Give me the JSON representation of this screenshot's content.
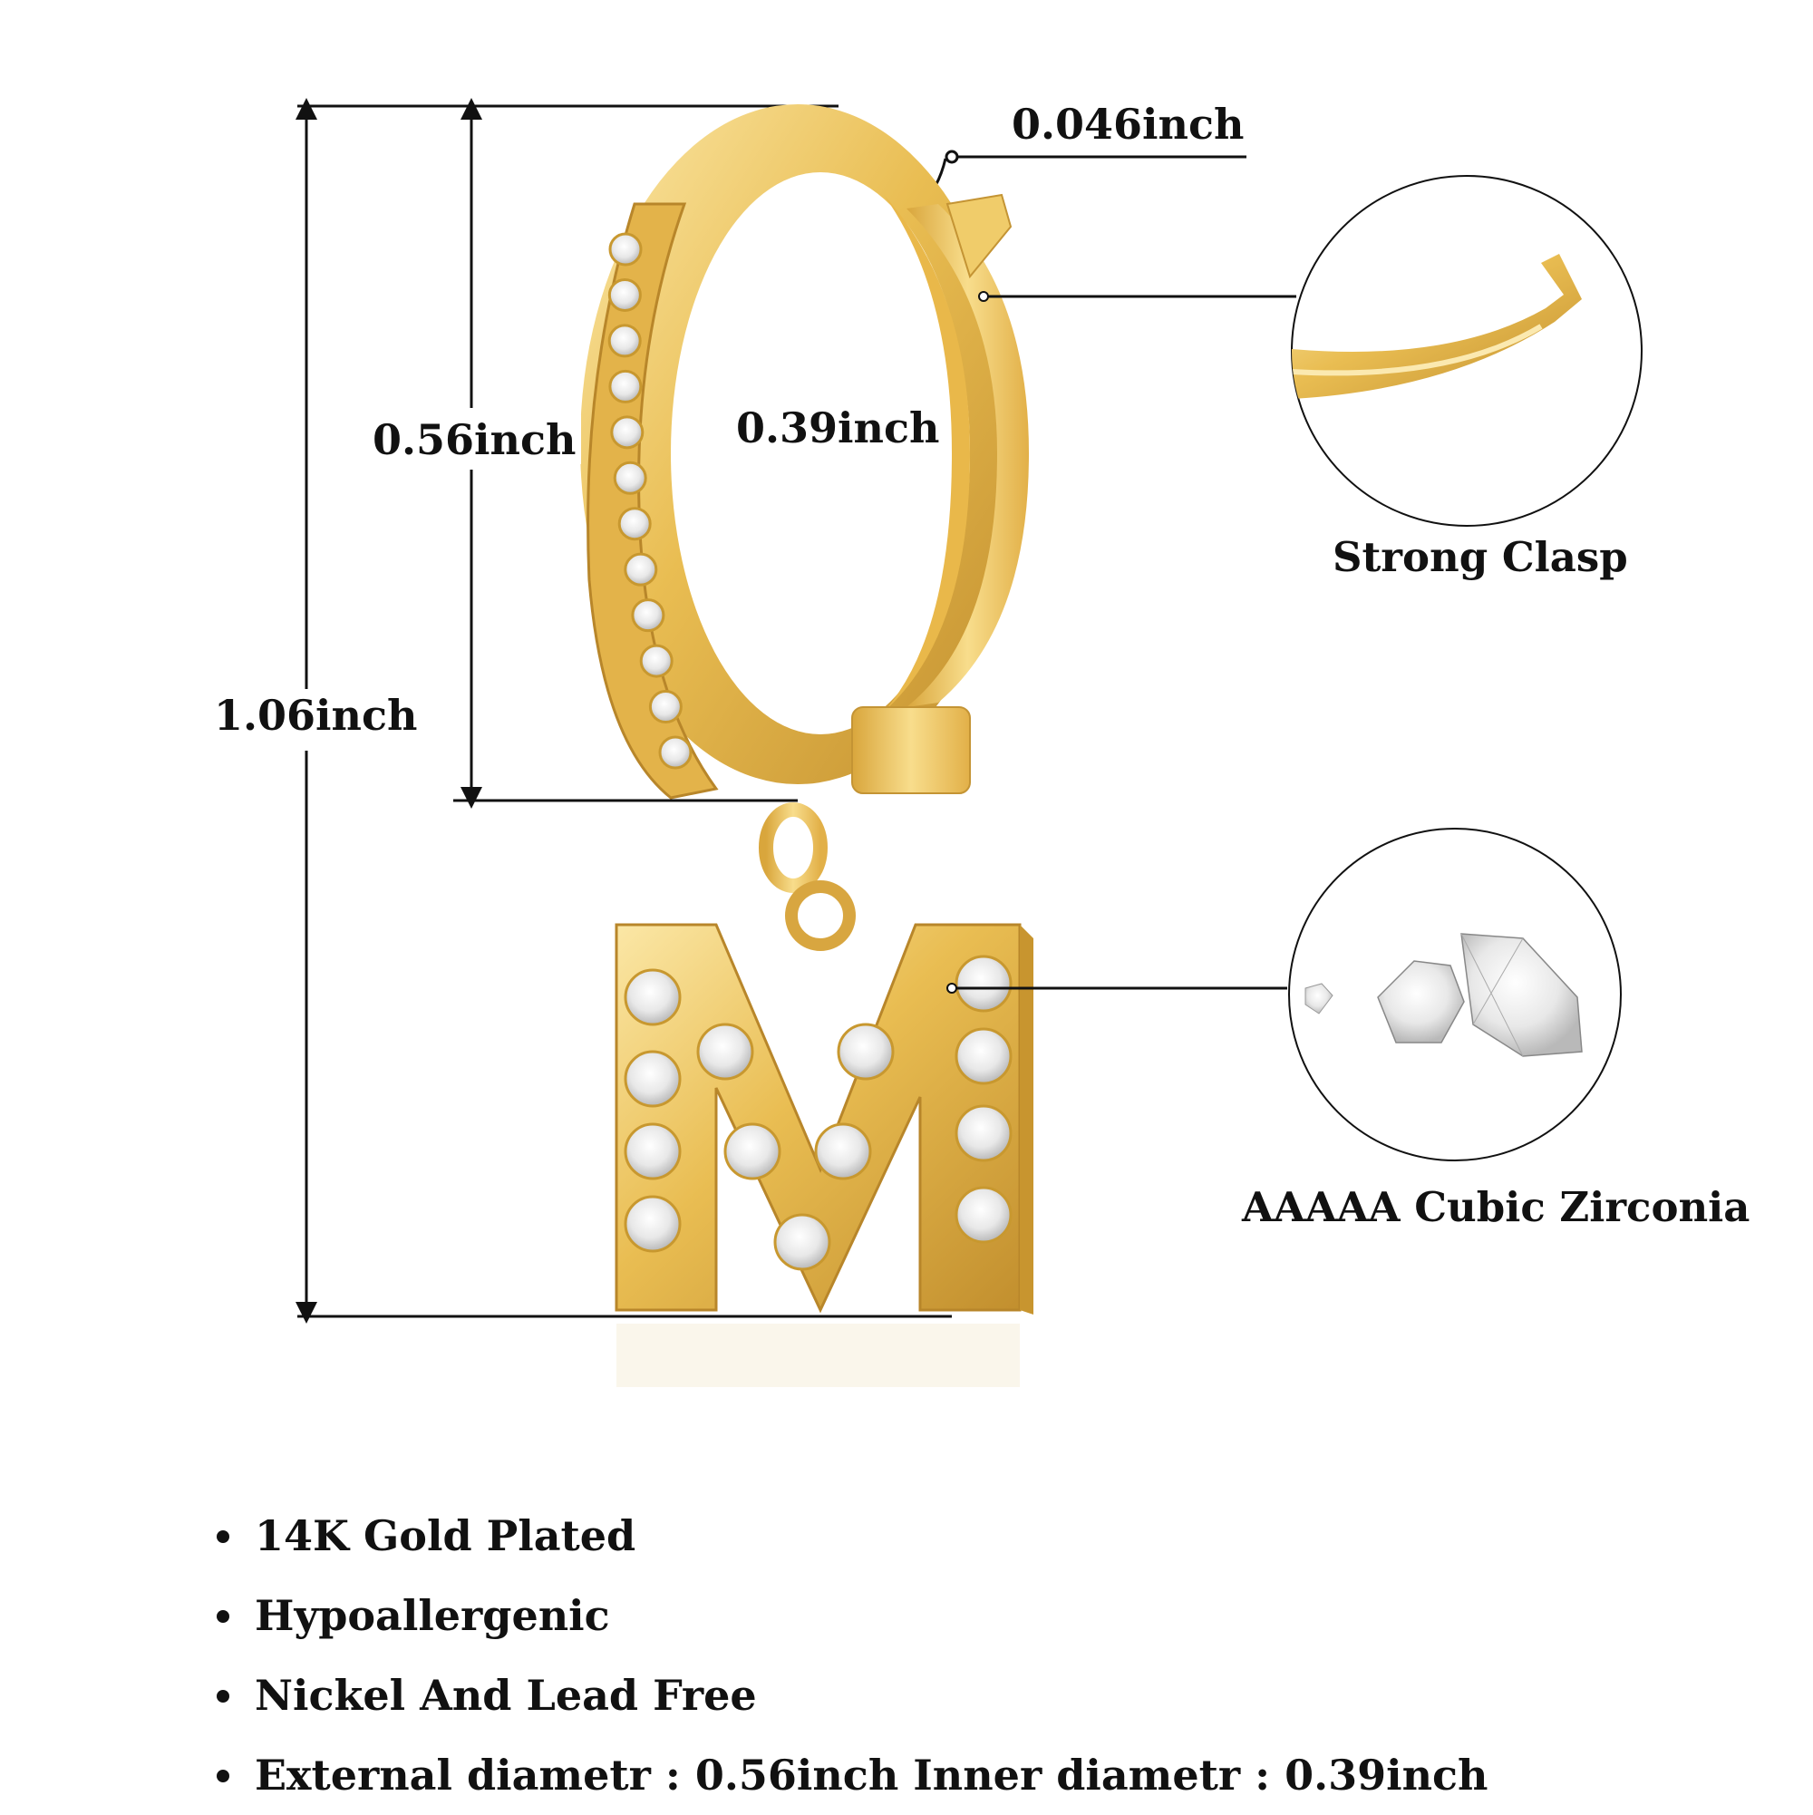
{
  "dimensions": {
    "total_height": "1.06inch",
    "external_diameter": "0.56inch",
    "inner_diameter": "0.39inch",
    "wire_thickness": "0.046inch"
  },
  "callouts": {
    "clasp_caption": "Strong Clasp",
    "stone_caption": "AAAAA Cubic Zirconia"
  },
  "features": [
    "14K Gold Plated",
    "Hypoallergenic",
    "Nickel And Lead Free",
    "External diametr : 0.56inch Inner diametr : 0.39inch"
  ],
  "product": {
    "initial_letter": "M"
  },
  "colors": {
    "gold_light": "#f7dc8a",
    "gold_mid": "#e6b84a",
    "gold_dark": "#b8862a",
    "line": "#111111"
  }
}
